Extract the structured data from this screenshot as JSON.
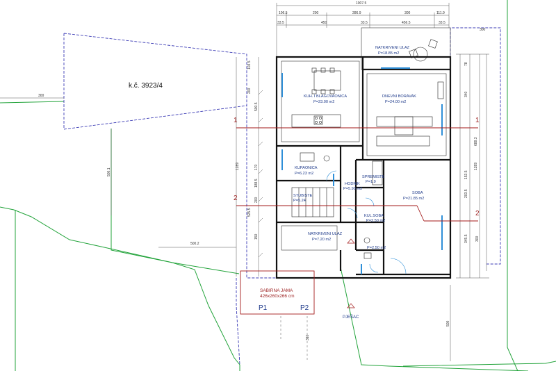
{
  "parcel": {
    "label": "k.č. 3923/4"
  },
  "dimensions": {
    "top_total": "1007.5",
    "top_row1": [
      "106.5",
      "200",
      "286.9",
      "300",
      "111.9"
    ],
    "top_row2": [
      "33.5",
      "450",
      "33.5",
      "456.5",
      "33.5"
    ],
    "right_offset": "300",
    "left_offset": "300",
    "left_lower_vertical": "500.1",
    "left_lower_horizontal": "500.2",
    "left_col1": [
      "103.5",
      "200",
      "500.5",
      "170",
      "188.5",
      "200",
      "525.5",
      "150"
    ],
    "left_col1_total": "1289",
    "right_col1": [
      "78",
      "340",
      "688.3"
    ],
    "right_col1_total": "1289",
    "right_col2": [
      "153.5",
      "203.5",
      "345.5"
    ],
    "right_lower": "300",
    "bottom_vertical": "500",
    "bottom_small": "310"
  },
  "rooms": [
    {
      "name": "KUH. I BLAGOVAONICA",
      "area": "P=23.00 m2"
    },
    {
      "name": "DNEVNI BORAVAK",
      "area": "P=24.00 m2"
    },
    {
      "name": "NATKRIVENI ULAZ",
      "area": "P=18.85 m2"
    },
    {
      "name": "KUPAONICA",
      "area": "P=6.23 m2"
    },
    {
      "name": "SPREMISTE",
      "area": "P=1.9"
    },
    {
      "name": "HODNIK",
      "area": "P=5.90 m2"
    },
    {
      "name": "STUBISTE",
      "area": "P=5.24"
    },
    {
      "name": "SOBA",
      "area": "P=21.85 m2"
    },
    {
      "name": "KUL.SOBA",
      "area": "P=2.50 m2"
    },
    {
      "name": "",
      "area": "P=2.50 m2"
    },
    {
      "name": "NATKRIVENI ULAZ",
      "area": "P=7.20 m2"
    }
  ],
  "sections": {
    "s1": "1",
    "s2": "2"
  },
  "septic": {
    "title": "SABIRNA JAMA",
    "dims": "426x260x266 cm"
  },
  "pipes": {
    "p1": "P1",
    "p2": "P2"
  },
  "path": {
    "label": "PJEŠAC"
  },
  "colors": {
    "boundary_green": "#22a33a",
    "dash_blue": "#3b3bb5",
    "section_red": "#a31a1a",
    "window_blue": "#2f8fd8",
    "room_text": "#1e3a8a"
  }
}
